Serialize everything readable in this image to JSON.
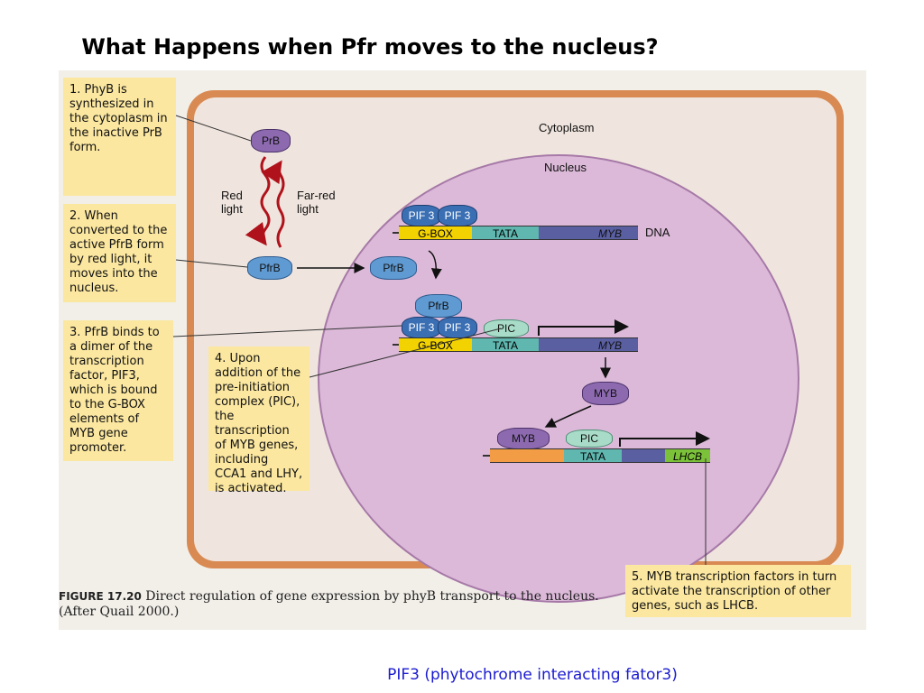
{
  "title": "What Happens when Pfr moves to the nucleus?",
  "footnote": "PIF3 (phytochrome interacting fator3)",
  "figure": {
    "label": "FIGURE 17.20",
    "caption": "Direct regulation of gene expression by phyB transport to the nucleus. (After Quail 2000.)",
    "compartments": {
      "cytoplasm": "Cytoplasm",
      "nucleus": "Nucleus",
      "dna": "DNA"
    },
    "light": {
      "red": "Red\nlight",
      "far_red": "Far-red\nlight"
    },
    "proteins": {
      "prb": "PrB",
      "pfrb": "PfrB",
      "pif3": "PIF 3",
      "pic": "PIC",
      "myb": "MYB"
    },
    "dna_elements": {
      "gbox": "G-BOX",
      "tata": "TATA",
      "myb_gene": "MYB",
      "lhcb_gene": "LHCB"
    },
    "steps": [
      "1. PhyB is synthesized in the cytoplasm in the inactive PrB form.",
      "2. When converted to the active PfrB form by red light, it moves into the nucleus.",
      "3. PfrB binds to a dimer of the transcription factor, PIF3, which is bound to the G-BOX elements of MYB gene promoter.",
      "4. Upon addition of the pre-initiation complex (PIC), the transcription of MYB genes, including CCA1 and LHY, is activated.",
      "5. MYB transcription factors in turn activate the transcription of other genes, such as LHCB."
    ]
  },
  "colors": {
    "cell_wall": "#d88a52",
    "nucleus": "#dcb9d9",
    "callout": "#fbe7a0",
    "phytochrome": "#5f9ad2",
    "pif3": "#3b6fb4",
    "gbox": "#f2d200",
    "tata": "#5fb7b0",
    "gene": "#5a5fa2",
    "lhcb": "#7cc13a",
    "footnote": "#1b1bd0"
  }
}
